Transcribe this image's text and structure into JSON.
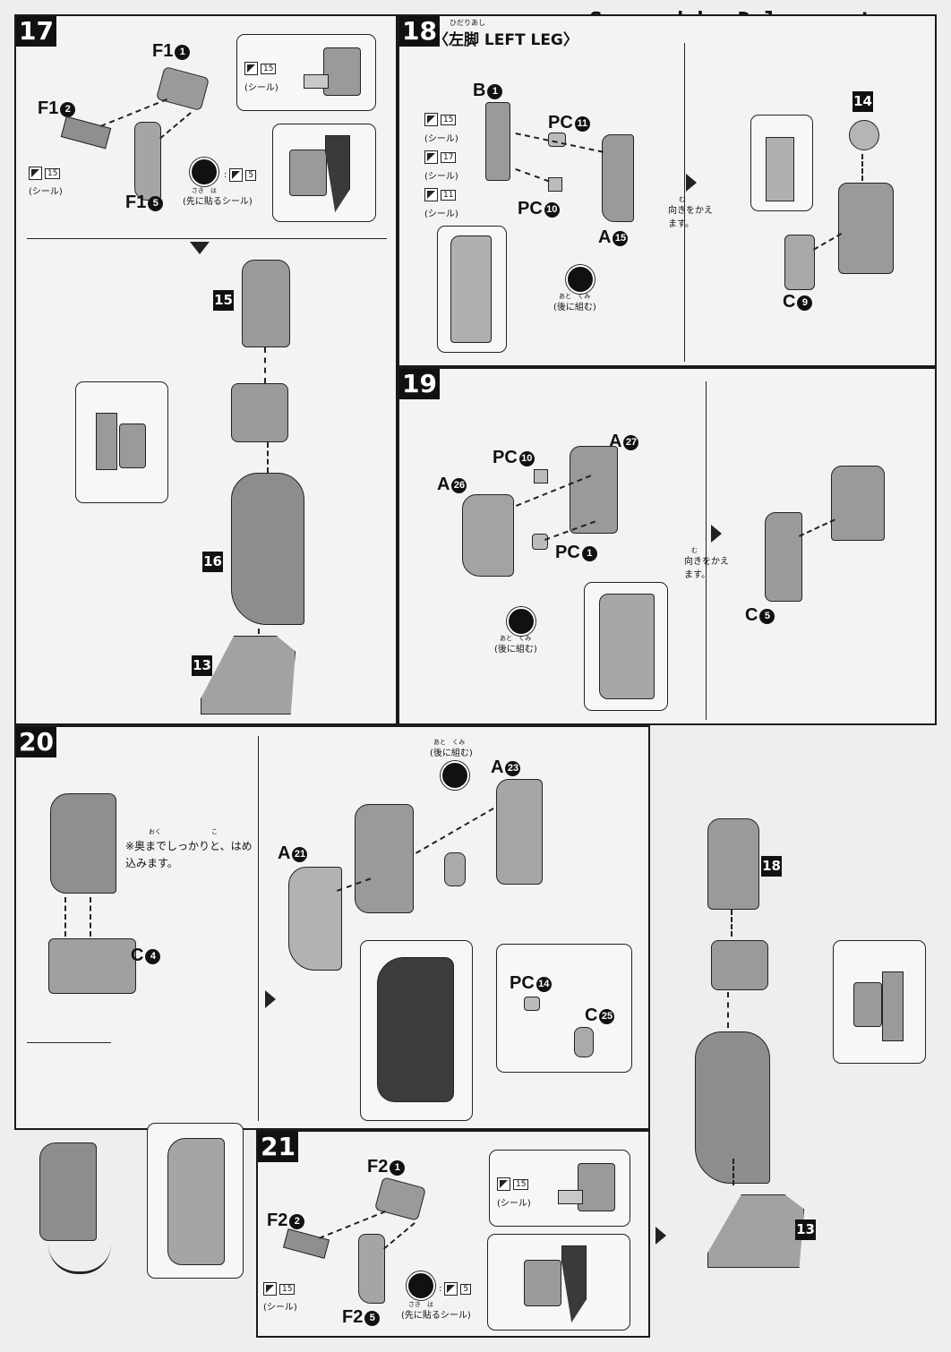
{
  "watermark": "Scanned by Dalong.net",
  "steps": {
    "s17": {
      "num": "17"
    },
    "s18": {
      "num": "18",
      "title_ruby": "ひだりあし",
      "title": "〈左脚 LEFT LEG〉"
    },
    "s19": {
      "num": "19"
    },
    "s20": {
      "num": "20"
    },
    "s21": {
      "num": "21"
    }
  },
  "labels": {
    "f1_1": "F1",
    "f1_2": "F1",
    "f1_5": "F1",
    "b1": "B",
    "pc11": "PC",
    "pc10": "PC",
    "a15": "A",
    "c9": "C",
    "pc10b": "PC",
    "a27": "A",
    "a26": "A",
    "pc1": "PC",
    "c5": "C",
    "c4": "C",
    "a21": "A",
    "a23": "A",
    "pc14": "PC",
    "c25": "C",
    "f2_1": "F2",
    "f2_2": "F2",
    "f2_5": "F2"
  },
  "circ": {
    "c1": "1",
    "c2": "2",
    "c5": "5",
    "c11": "11",
    "c10": "10",
    "c15": "15",
    "c9": "9",
    "c27": "27",
    "c26": "26",
    "c4": "4",
    "c21": "21",
    "c23": "23",
    "c14": "14",
    "c25": "25"
  },
  "boxes": {
    "b15": "15",
    "b16": "16",
    "b13": "13",
    "b14": "14",
    "b18": "18",
    "b13b": "13"
  },
  "seals": {
    "seal_word": "(シール)",
    "first_seal": "(先に貼るシール)",
    "n15": "15",
    "n5": "5",
    "n17": "17",
    "n11": "11"
  },
  "notes": {
    "rotate": "向きをかえます。",
    "rotate_ruby": "む",
    "after_assemble": "(後に組む)",
    "after_ruby": "あと　くみ",
    "first_ruby": "さき　は",
    "press_note": "※奥までしっかりと、はめ込みます。",
    "press_ruby": "おく　　　　　　　　こ"
  }
}
